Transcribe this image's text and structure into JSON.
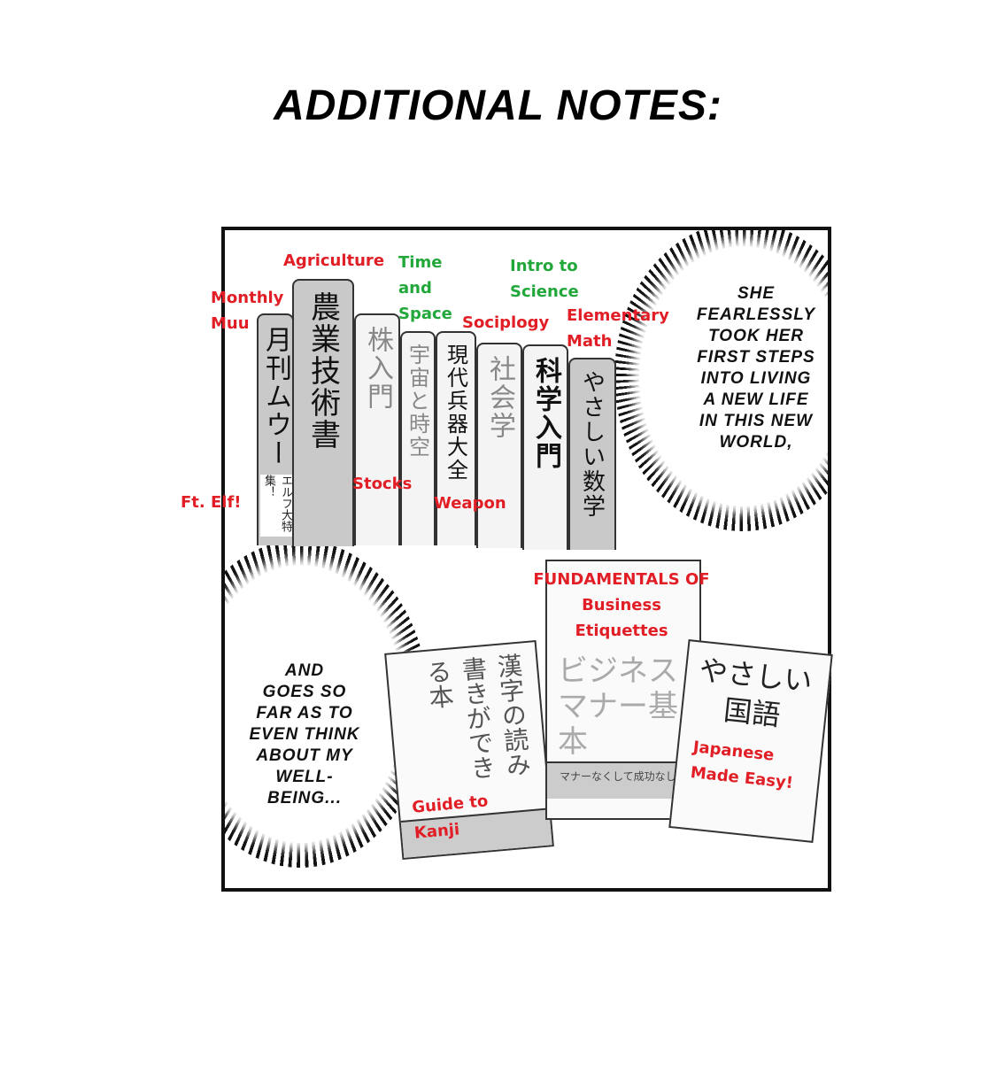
{
  "title": "ADDITIONAL NOTES:",
  "bubbles": {
    "top_right": [
      "SHE",
      "FEARLESSLY",
      "TOOK HER",
      "FIRST STEPS",
      "INTO LIVING",
      "A NEW LIFE",
      "IN THIS NEW",
      "WORLD,"
    ],
    "bottom_left": [
      "AND",
      "GOES SO",
      "FAR AS TO",
      "EVEN THINK",
      "ABOUT MY",
      "WELL-",
      "BEING..."
    ]
  },
  "spines": [
    {
      "jp": "月刊ムウー",
      "sub": "エルフ大特集！",
      "label": [
        "Monthly",
        "Muu"
      ],
      "sub_label": "Ft. Elf!"
    },
    {
      "jp": "農業技術書",
      "label": [
        "Agriculture"
      ]
    },
    {
      "jp": "株入門",
      "label": [
        "Stocks"
      ]
    },
    {
      "jp": "宇宙と時空",
      "label": [
        "Time",
        "and",
        "Space"
      ]
    },
    {
      "jp": "現代兵器大全",
      "label": [
        "Weapon"
      ]
    },
    {
      "jp": "社会学",
      "label": [
        "Sociplogy"
      ]
    },
    {
      "jp": "科学入門",
      "label": [
        "Intro to",
        "Science"
      ]
    },
    {
      "jp": "やさしい数学",
      "label": [
        "Elementary",
        "Math"
      ]
    }
  ],
  "covers": [
    {
      "jp": "漢字の読み書きができる本",
      "label": [
        "Guide to",
        "Kanji"
      ]
    },
    {
      "jp": "ビジネスマナー基本",
      "band": "マナーなくして成功なし！",
      "label": [
        "FUNDAMENTALS OF",
        "Business",
        "Etiquettes"
      ]
    },
    {
      "jp": "やさしい国語",
      "label": [
        "Japanese",
        "Made Easy!"
      ]
    }
  ],
  "colors": {
    "red": "#e11d25",
    "green": "#22a83a"
  }
}
